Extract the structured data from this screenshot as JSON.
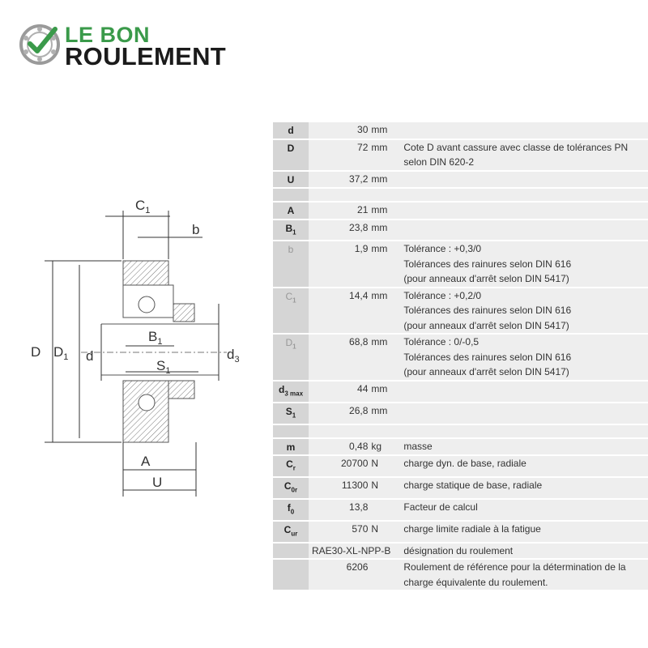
{
  "logo": {
    "line1": "LE BON",
    "line2": "ROULEMENT"
  },
  "drawing": {
    "labels": {
      "C1": "C",
      "C1_sub": "1",
      "b": "b",
      "D": "D",
      "D1": "D",
      "D1_sub": "1",
      "d": "d",
      "B1": "B",
      "B1_sub": "1",
      "S1": "S",
      "S1_sub": "1",
      "d3": "d",
      "d3_sub": "3",
      "A": "A",
      "U": "U"
    }
  },
  "specs": {
    "rows": [
      {
        "key": "d",
        "sub": "",
        "value": "30",
        "unit": "mm",
        "desc": ""
      },
      {
        "key": "D",
        "sub": "",
        "value": "72",
        "unit": "mm",
        "desc": "Cote D avant cassure avec classe de tolérances PN selon DIN 620-2"
      },
      {
        "key": "U",
        "sub": "",
        "value": "37,2",
        "unit": "mm",
        "desc": ""
      },
      {
        "key": "A",
        "sub": "",
        "value": "21",
        "unit": "mm",
        "desc": ""
      },
      {
        "key": "B",
        "sub": "1",
        "value": "23,8",
        "unit": "mm",
        "desc": ""
      },
      {
        "key": "b",
        "sub": "",
        "value": "1,9",
        "unit": "mm",
        "desc": "Tolérance : +0,3/0",
        "desc2": "Tolérances des rainures selon DIN 616",
        "desc3": "(pour anneaux d'arrêt selon DIN 5417)"
      },
      {
        "key": "C",
        "sub": "1",
        "value": "14,4",
        "unit": "mm",
        "desc": "Tolérance : +0,2/0",
        "desc2": "Tolérances des rainures selon DIN 616",
        "desc3": "(pour anneaux d'arrêt selon DIN 5417)"
      },
      {
        "key": "D",
        "sub": "1",
        "value": "68,8",
        "unit": "mm",
        "desc": "Tolérance : 0/-0,5",
        "desc2": "Tolérances des rainures selon DIN 616",
        "desc3": "(pour anneaux d'arrêt selon DIN 5417)"
      },
      {
        "key": "d",
        "sub": "3 max",
        "value": "44",
        "unit": "mm",
        "desc": ""
      },
      {
        "key": "S",
        "sub": "1",
        "value": "26,8",
        "unit": "mm",
        "desc": ""
      },
      {
        "key": "m",
        "sub": "",
        "value": "0,48",
        "unit": "kg",
        "desc": "masse"
      },
      {
        "key": "C",
        "sub": "r",
        "value": "20700",
        "unit": "N",
        "desc": "charge dyn. de base, radiale"
      },
      {
        "key": "C",
        "sub": "0r",
        "value": "11300",
        "unit": "N",
        "desc": "charge statique de base, radiale"
      },
      {
        "key": "f",
        "sub": "0",
        "value": "13,8",
        "unit": "",
        "desc": "Facteur de calcul"
      },
      {
        "key": "C",
        "sub": "ur",
        "value": "570",
        "unit": "N",
        "desc": "charge limite radiale à la fatigue"
      },
      {
        "key": "",
        "sub": "",
        "value": "RAE30-XL-NPP-B",
        "unit": "",
        "desc": "désignation du roulement"
      },
      {
        "key": "",
        "sub": "",
        "value": "6206",
        "unit": "",
        "desc": "Roulement de référence pour la détermination de la charge équivalente du roulement."
      }
    ]
  }
}
